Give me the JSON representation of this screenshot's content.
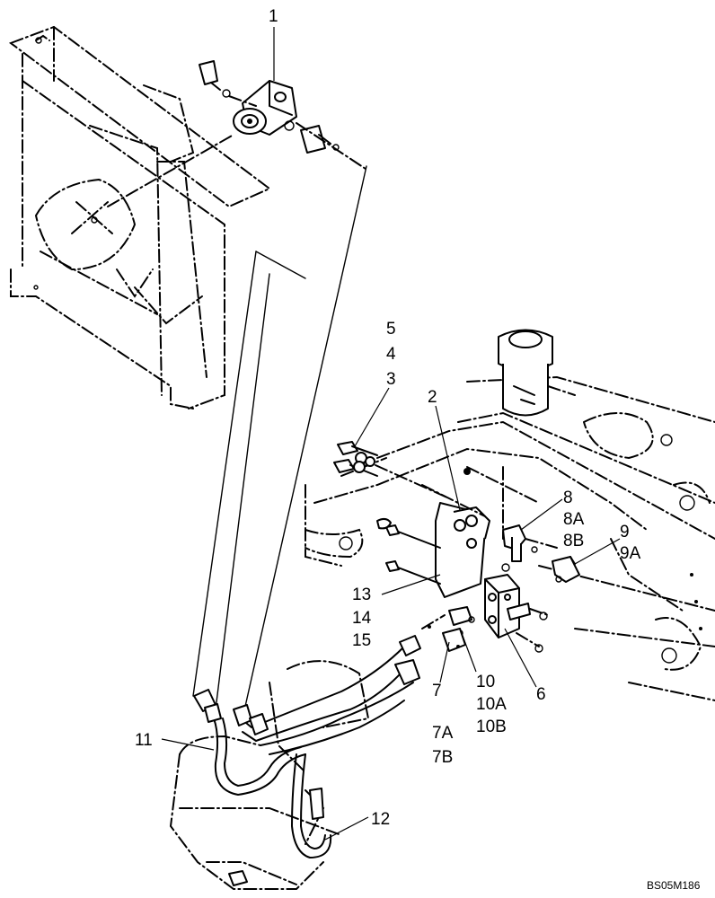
{
  "callouts": {
    "c1": "1",
    "c2": "2",
    "c3": "3",
    "c4": "4",
    "c5": "5",
    "c6": "6",
    "c7": "7",
    "c7a": "7A",
    "c7b": "7B",
    "c8": "8",
    "c8a": "8A",
    "c8b": "8B",
    "c9": "9",
    "c9a": "9A",
    "c10": "10",
    "c10a": "10A",
    "c10b": "10B",
    "c11": "11",
    "c12": "12",
    "c13": "13",
    "c14": "14",
    "c15": "15"
  },
  "drawing_code": "BS05M186"
}
